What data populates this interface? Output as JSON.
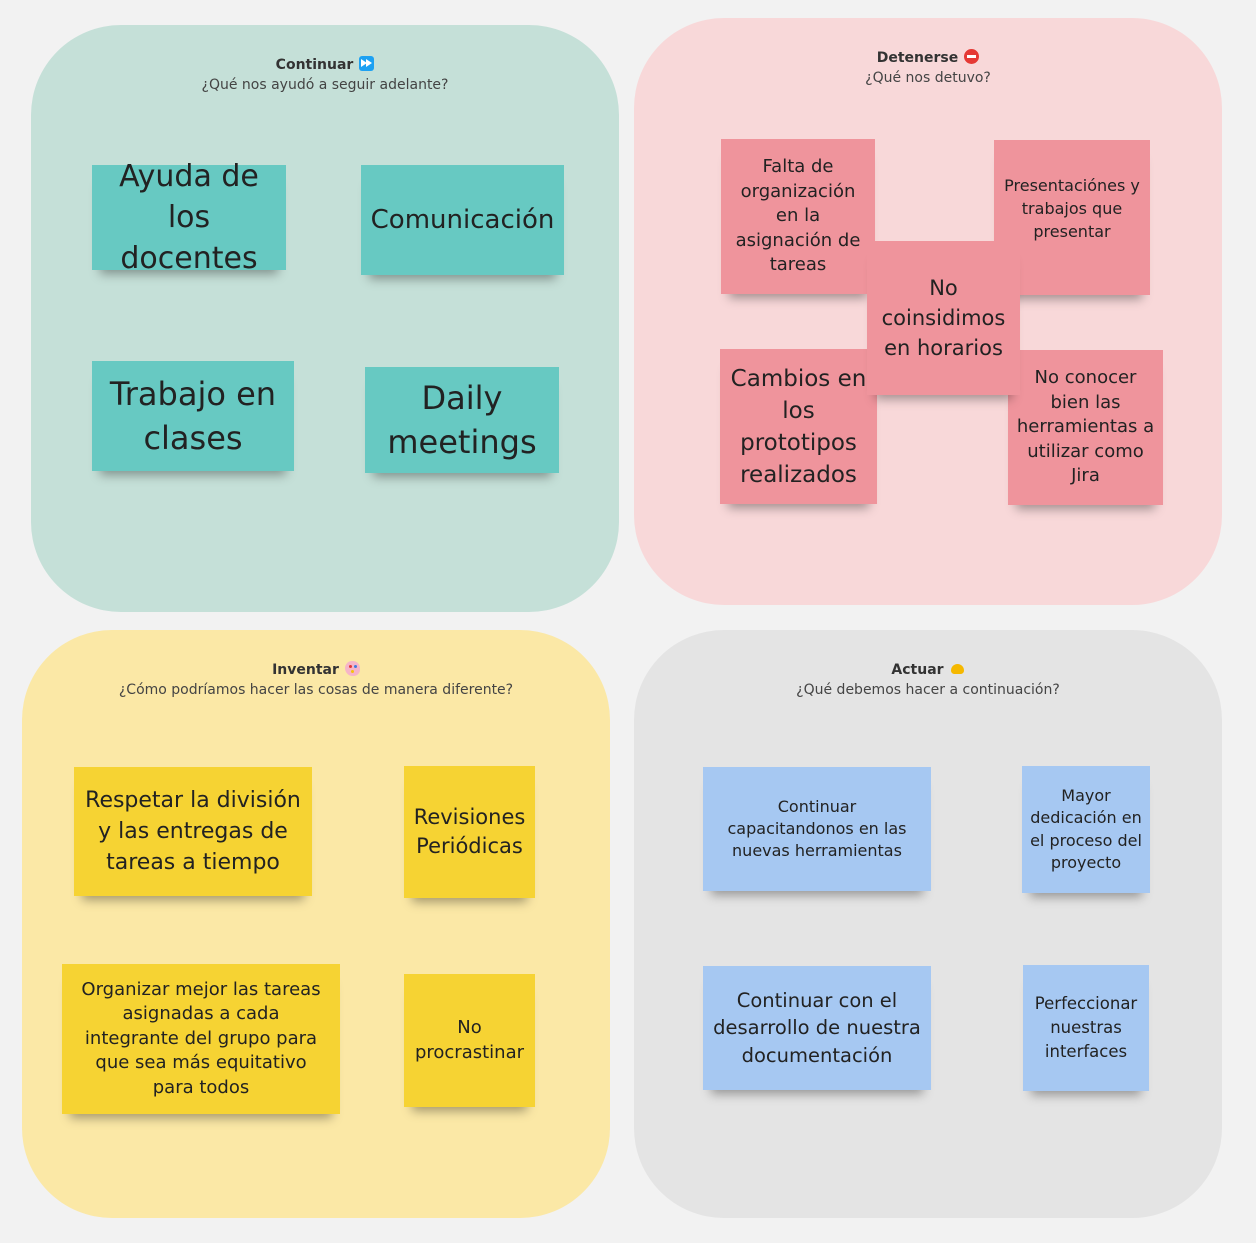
{
  "quadrants": {
    "continuar": {
      "title": "Continuar",
      "icon": "fast-forward-icon",
      "subtitle": "¿Qué nos ayudó a seguir adelante?",
      "color": "#c5e0d8",
      "notes": [
        "Ayuda de los docentes",
        "Comunicación",
        "Trabajo en clases",
        "Daily meetings"
      ]
    },
    "detenerse": {
      "title": "Detenerse",
      "icon": "no-entry-icon",
      "subtitle": "¿Qué nos detuvo?",
      "color": "#f8d8d9",
      "notes": [
        "Falta de organización en la asignación de tareas",
        "Presentaciónes y trabajos que presentar",
        "No coinsidimos en horarios",
        "Cambios en los prototipos realizados",
        "No conocer bien las herramientas a utilizar como Jira"
      ]
    },
    "inventar": {
      "title": "Inventar",
      "icon": "palette-icon",
      "subtitle": "¿Cómo podríamos hacer las cosas de manera diferente?",
      "color": "#fbe8a6",
      "notes": [
        "Respetar la división y las entregas de tareas a tiempo",
        "Revisiones Periódicas",
        "Organizar mejor las tareas asignadas a cada integrante del grupo para que sea más equitativo para todos",
        "No procrastinar"
      ]
    },
    "actuar": {
      "title": "Actuar",
      "icon": "flexed-biceps-icon",
      "subtitle": "¿Qué debemos hacer a continuación?",
      "color": "#e4e4e4",
      "notes": [
        "Continuar capacitandonos en las nuevas herramientas",
        "Mayor dedicación en el proceso del proyecto",
        "Continuar con el desarrollo de nuestra documentación",
        "Perfeccionar nuestras interfaces"
      ]
    }
  },
  "colors": {
    "teal_note": "#67c9c2",
    "pink_note": "#ef949c",
    "yellow_note": "#f6d333",
    "blue_note": "#a6c8f2",
    "canvas": "#f2f2f2"
  }
}
